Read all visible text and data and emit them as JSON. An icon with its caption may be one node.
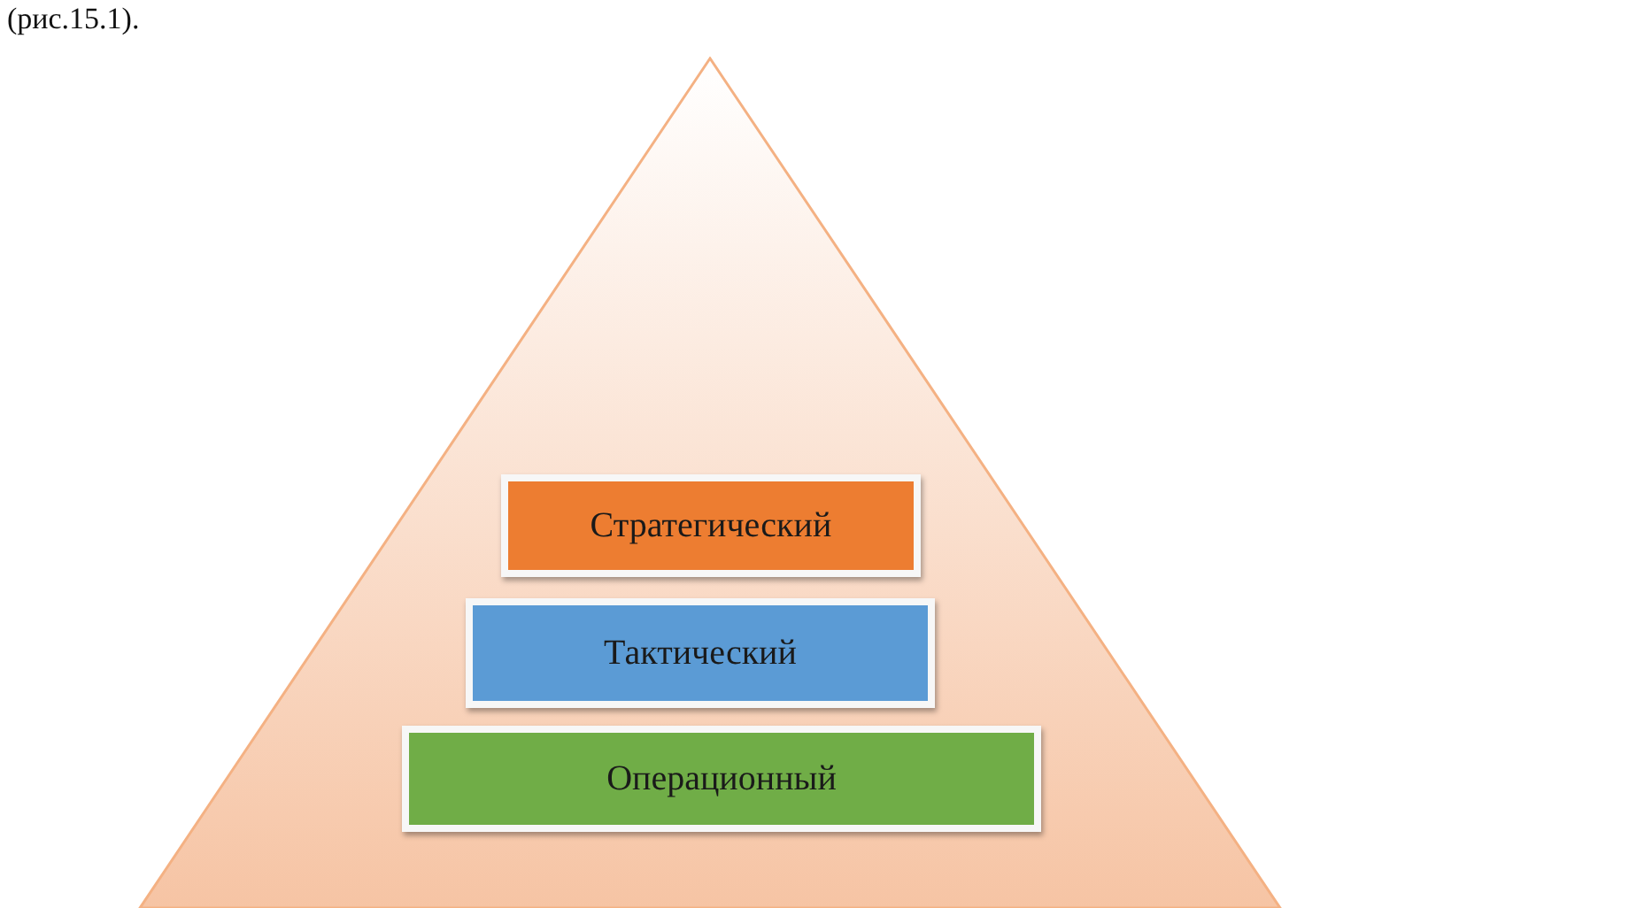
{
  "diagram": {
    "nodes": [
      {
        "text": [],
        "shape": "triangle"
      },
      {
        "text": [
          "Стратегический"
        ],
        "in": 0
      },
      {
        "text": [
          "Тактический"
        ],
        "in": 0
      },
      {
        "text": [
          "Операционный"
        ],
        "in": 0
      }
    ],
    "labels": [
      "(рис.15.1)."
    ]
  }
}
